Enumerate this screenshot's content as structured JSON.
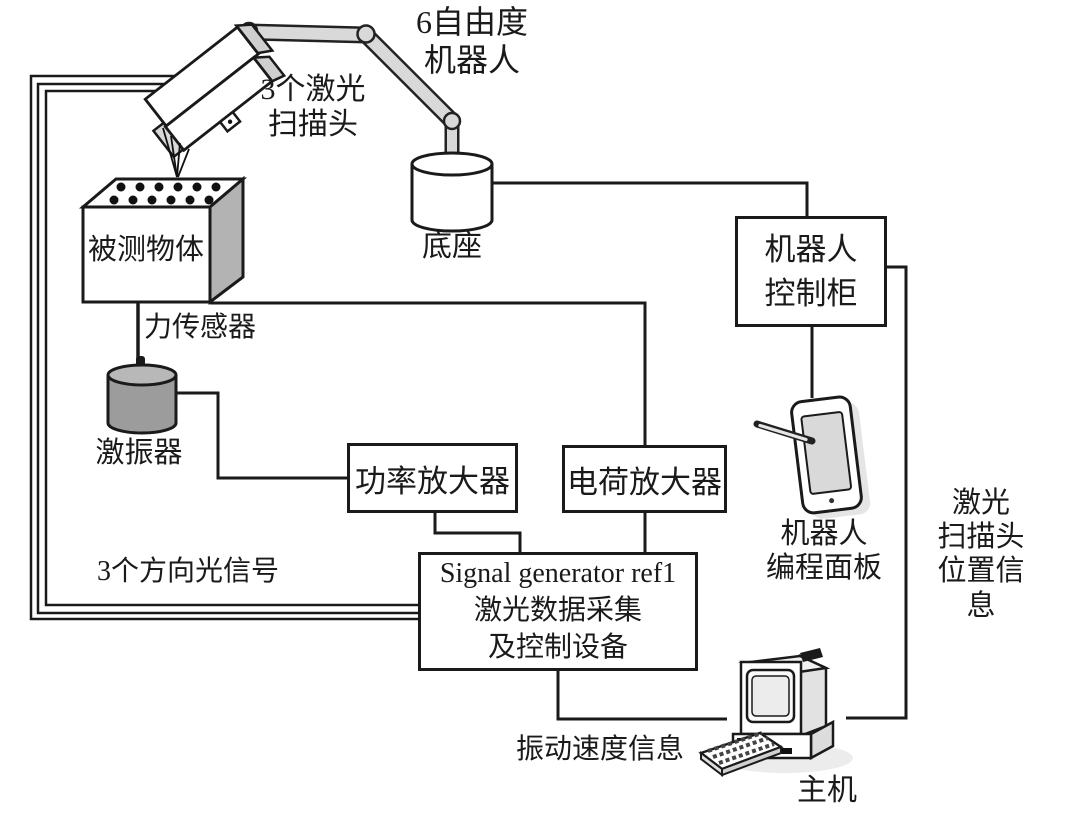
{
  "figure": {
    "boxes": {
      "robot_cabinet": "机器人\n控制柜",
      "power_amp": "功率放大器",
      "charge_amp": "电荷放大器",
      "signal_gen": "Signal generator ref1\n激光数据采集\n及控制设备"
    },
    "labels": {
      "robot_6dof": "6自由度\n机器人",
      "laser_heads": "3个激光\n扫描头",
      "measured_object": "被测物体",
      "base": "底座",
      "force_sensor": "力传感器",
      "exciter": "激振器",
      "light_signals": "3个方向光信号",
      "programming_panel": "机器人\n编程面板",
      "laser_position_info": "激光\n扫描头\n位置信息",
      "vibration_info": "振动速度信息",
      "host": "主机"
    },
    "colors": {
      "ink": "#1a1a1a",
      "arm_fill": "#d9d9d9",
      "object_side": "#b3b3b3",
      "exciter_body": "#9c9c9c",
      "exciter_top": "#b8b8b8",
      "screen_gray": "#d9d9d9",
      "background": "#ffffff"
    }
  }
}
